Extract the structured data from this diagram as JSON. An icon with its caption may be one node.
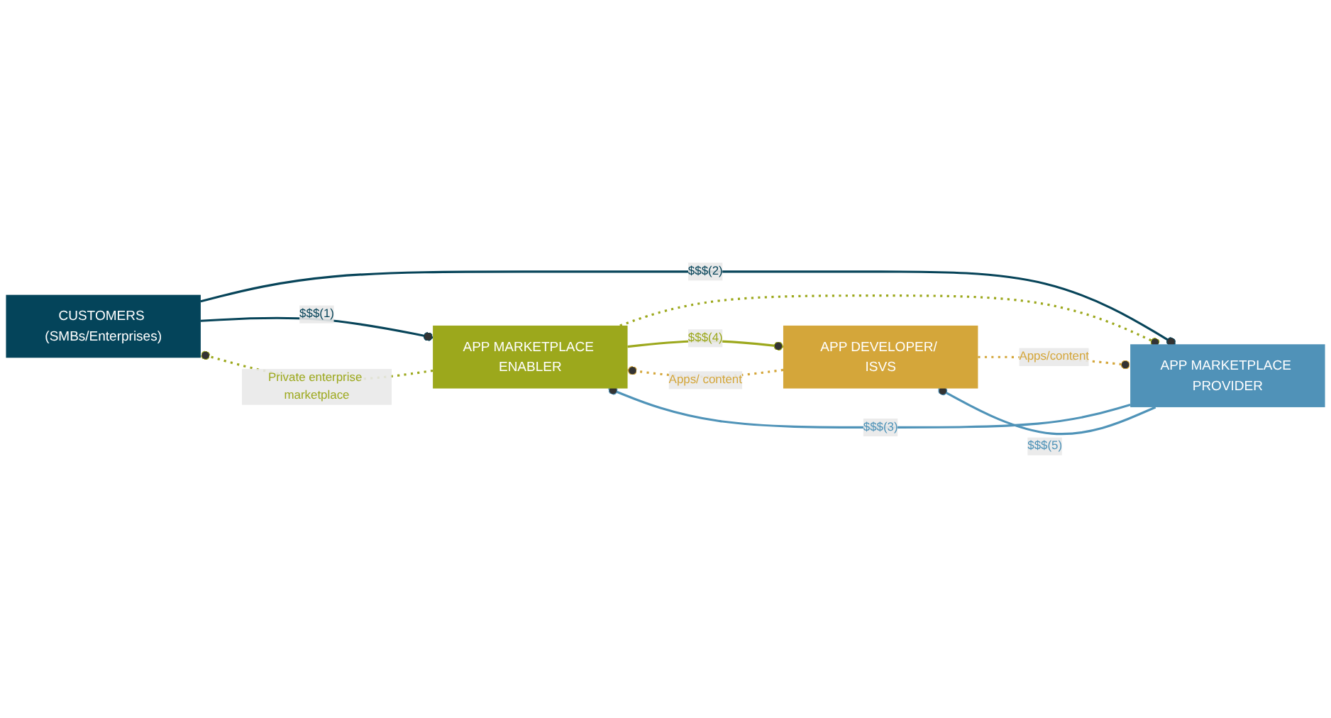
{
  "diagram": {
    "nodes": [
      {
        "text": [
          "CUSTOMERS (SMBs/Enterprises)"
        ]
      },
      {
        "text": [
          "APP MARKETPLACE ENABLER"
        ]
      },
      {
        "text": [
          "APP DEVELOPER/ ISVS"
        ]
      },
      {
        "text": [
          "APP MARKETPLACE PROVIDER"
        ]
      }
    ],
    "edges": [
      {
        "from": 0,
        "to": 1,
        "arrow": "other",
        "label": "$$$(1)",
        "color": "#074459"
      },
      {
        "from": 0,
        "to": 3,
        "arrow": "other",
        "label": "$$$(2)",
        "color": "#074459"
      },
      {
        "from": 3,
        "to": 1,
        "arrow": "other",
        "label": "$$$(3)",
        "color": "#4f93b8"
      },
      {
        "from": 1,
        "to": 2,
        "arrow": "other",
        "label": "$$$(4)",
        "color": "#9ca81c"
      },
      {
        "from": 3,
        "to": 2,
        "arrow": "other",
        "label": "$$$(5)",
        "color": "#4f93b8"
      },
      {
        "from": 1,
        "to": 0,
        "arrow": "other",
        "label": "Private enterprise marketplace",
        "style": "dashed",
        "color": "#9ca81c"
      },
      {
        "from": 1,
        "to": 3,
        "arrow": "other",
        "style": "dashed",
        "color": "#9ca81c"
      },
      {
        "from": 2,
        "to": 1,
        "arrow": "other",
        "label": "Apps/ content",
        "style": "dashed",
        "color": "#d4a63a"
      },
      {
        "from": 2,
        "to": 3,
        "arrow": "other",
        "label": "Apps/content",
        "style": "dashed",
        "color": "#d4a63a"
      }
    ]
  }
}
